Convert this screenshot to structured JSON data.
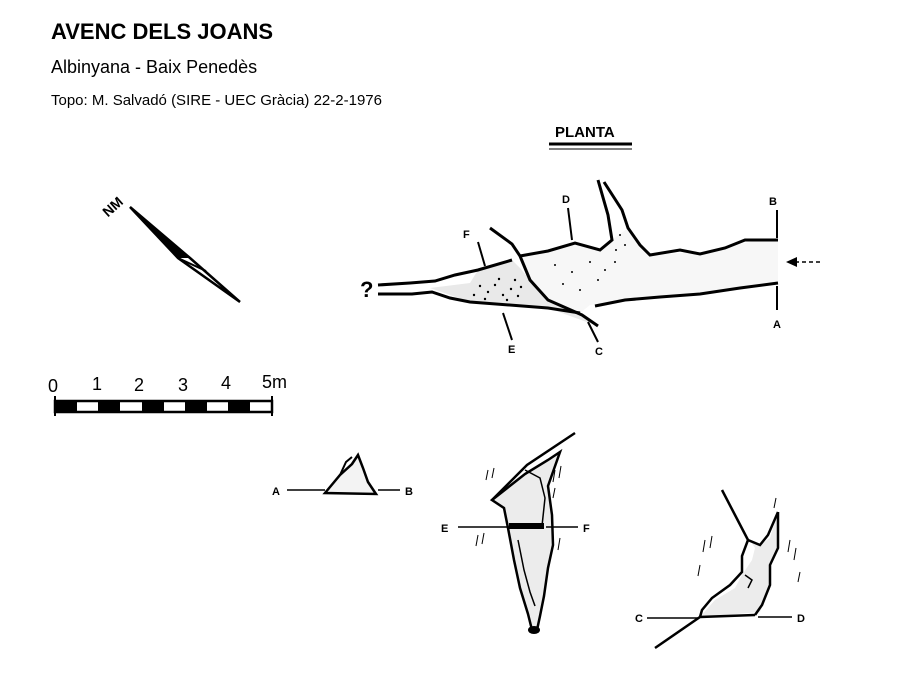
{
  "header": {
    "title": "AVENC DELS JOANS",
    "location": "Albinyana - Baix Penedès",
    "credit": "Topo: M. Salvadó (SIRE - UEC Gràcia) 22-2-1976"
  },
  "plan": {
    "label": "PLANTA",
    "unknown_mark": "?",
    "section_letters": [
      "A",
      "B",
      "C",
      "D",
      "E",
      "F"
    ]
  },
  "north_arrow": {
    "label": "NM"
  },
  "scale_bar": {
    "ticks": [
      "0",
      "1",
      "2",
      "3",
      "4",
      "5m"
    ]
  },
  "sections": [
    {
      "from": "A",
      "to": "B"
    },
    {
      "from": "E",
      "to": "F"
    },
    {
      "from": "C",
      "to": "D"
    }
  ],
  "colors": {
    "ink": "#000000",
    "paper": "#ffffff"
  }
}
